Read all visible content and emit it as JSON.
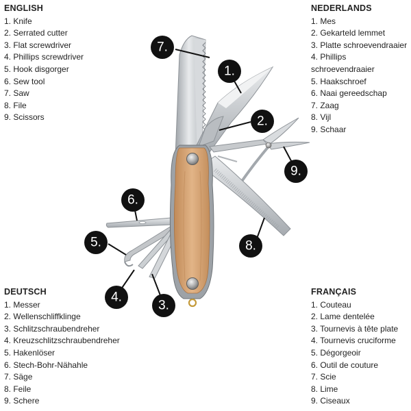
{
  "legends": {
    "en": {
      "title": "ENGLISH",
      "items": [
        "1. Knife",
        "2. Serrated cutter",
        "3. Flat screwdriver",
        "4. Phillips screwdriver",
        "5. Hook disgorger",
        "6. Sew tool",
        "7. Saw",
        "8. File",
        "9. Scissors"
      ]
    },
    "nl": {
      "title": "NEDERLANDS",
      "items": [
        "1. Mes",
        "2. Gekarteld lemmet",
        "3. Platte schroevendraaier",
        "4. Phillips schroevendraaier",
        "5. Haakschroef",
        "6. Naai gereedschap",
        "7. Zaag",
        "8. Vijl",
        "9. Schaar"
      ]
    },
    "de": {
      "title": "DEUTSCH",
      "items": [
        "1. Messer",
        "2. Wellenschliffklinge",
        "3. Schlitzschraubendreher",
        "4. Kreuzschlitzschraubendreher",
        "5. Hakenlöser",
        "6. Stech-Bohr-Nähahle",
        "7. Säge",
        "8. Feile",
        "9. Schere"
      ]
    },
    "fr": {
      "title": "FRANÇAIS",
      "items": [
        "1. Couteau",
        "2. Lame dentelée",
        "3. Tournevis à tête plate",
        "4. Tournevis cruciforme",
        "5. Dégorgeoir",
        "6. Outil de couture",
        "7. Scie",
        "8. Lime",
        "9. Ciseaux"
      ]
    }
  },
  "callouts": [
    "1.",
    "2.",
    "3.",
    "4.",
    "5.",
    "6.",
    "7.",
    "8.",
    "9."
  ],
  "colors": {
    "callout_fill": "#111111",
    "wood": "#d9a878",
    "steel": "#c9ccd0"
  }
}
